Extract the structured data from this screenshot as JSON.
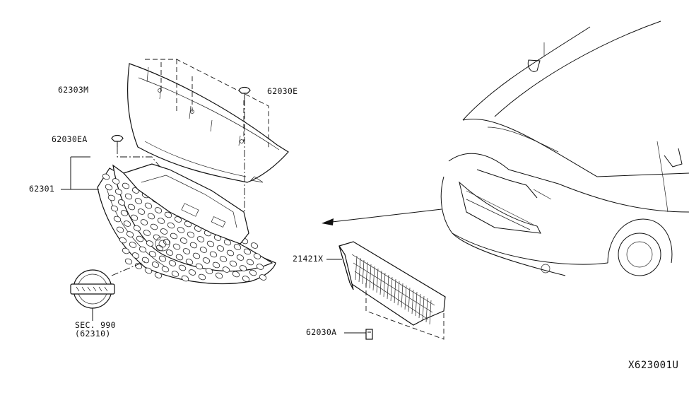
{
  "labels": {
    "molding": "62303M",
    "clip_e": "62030E",
    "clip_ea": "62030EA",
    "grille": "62301",
    "emblem_sec_line1": "SEC. 990",
    "emblem_sec_line2": "(62310)",
    "shutter": "21421X",
    "clip_a": "62030A"
  },
  "reference": "X623001U"
}
